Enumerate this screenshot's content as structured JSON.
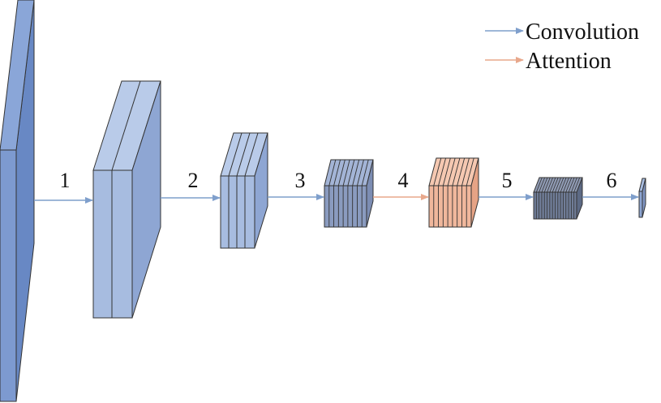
{
  "legend": {
    "items": [
      {
        "label": "Convolution",
        "color": "#7f9fcc"
      },
      {
        "label": "Attention",
        "color": "#e8a88c"
      }
    ]
  },
  "steps": [
    {
      "label": "1",
      "type": "convolution"
    },
    {
      "label": "2",
      "type": "convolution"
    },
    {
      "label": "3",
      "type": "convolution"
    },
    {
      "label": "4",
      "type": "attention"
    },
    {
      "label": "5",
      "type": "convolution"
    },
    {
      "label": "6",
      "type": "convolution"
    }
  ],
  "colors": {
    "input_front": "#7d9ad0",
    "input_side": "#6888c4",
    "layer_blue": "#a7bce0",
    "layer_blue_dark": "#8ea6d3",
    "layer_slate": "#8a9bbf",
    "layer_dark": "#707d98",
    "layer_attention": "#f0b79c",
    "outline": "#333333"
  }
}
